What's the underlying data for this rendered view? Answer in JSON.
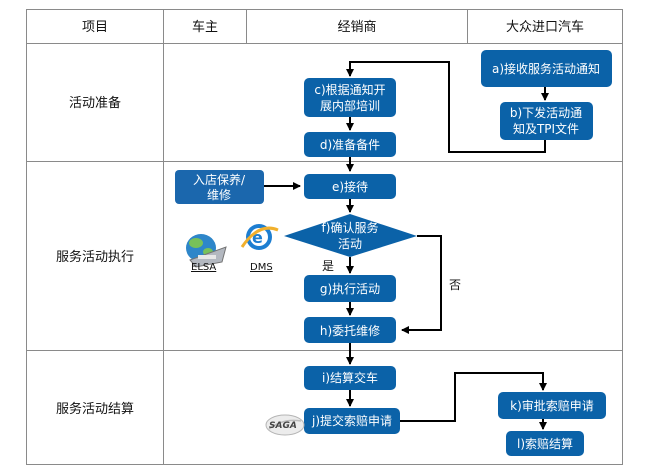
{
  "headers": {
    "item": "项目",
    "owner": "车主",
    "dealer": "经销商",
    "importer": "大众进口汽车"
  },
  "rows": {
    "prepare": "活动准备",
    "execute": "服务活动执行",
    "settle": "服务活动结算"
  },
  "boxes": {
    "a_line1": "a)接收服务活动通知",
    "b_line1": "b)下发活动通",
    "b_line2": "知及TPI文件",
    "c_line1": "c)根据通知开",
    "c_line2": "展内部培训",
    "d": "d)准备备件",
    "customer_line1": "入店保养/",
    "customer_line2": "维修",
    "e": "e)接待",
    "f_line1": "f)确认服务",
    "f_line2": "活动",
    "g": "g)执行活动",
    "h": "h)委托维修",
    "i": "i)结算交车",
    "j": "j)提交索赔申请",
    "k": "k)审批索赔申请",
    "l": "l)索赔结算"
  },
  "decision": {
    "yes": "是",
    "no": "否"
  },
  "icons": {
    "elsa_label": "ELSA",
    "dms_label": "DMS",
    "saga_label": "SAGA"
  },
  "colors": {
    "box_fill": "#0b62a8",
    "customer_fill": "#1b67ad",
    "border": "#7f7f7f",
    "arrow": "#000000"
  }
}
